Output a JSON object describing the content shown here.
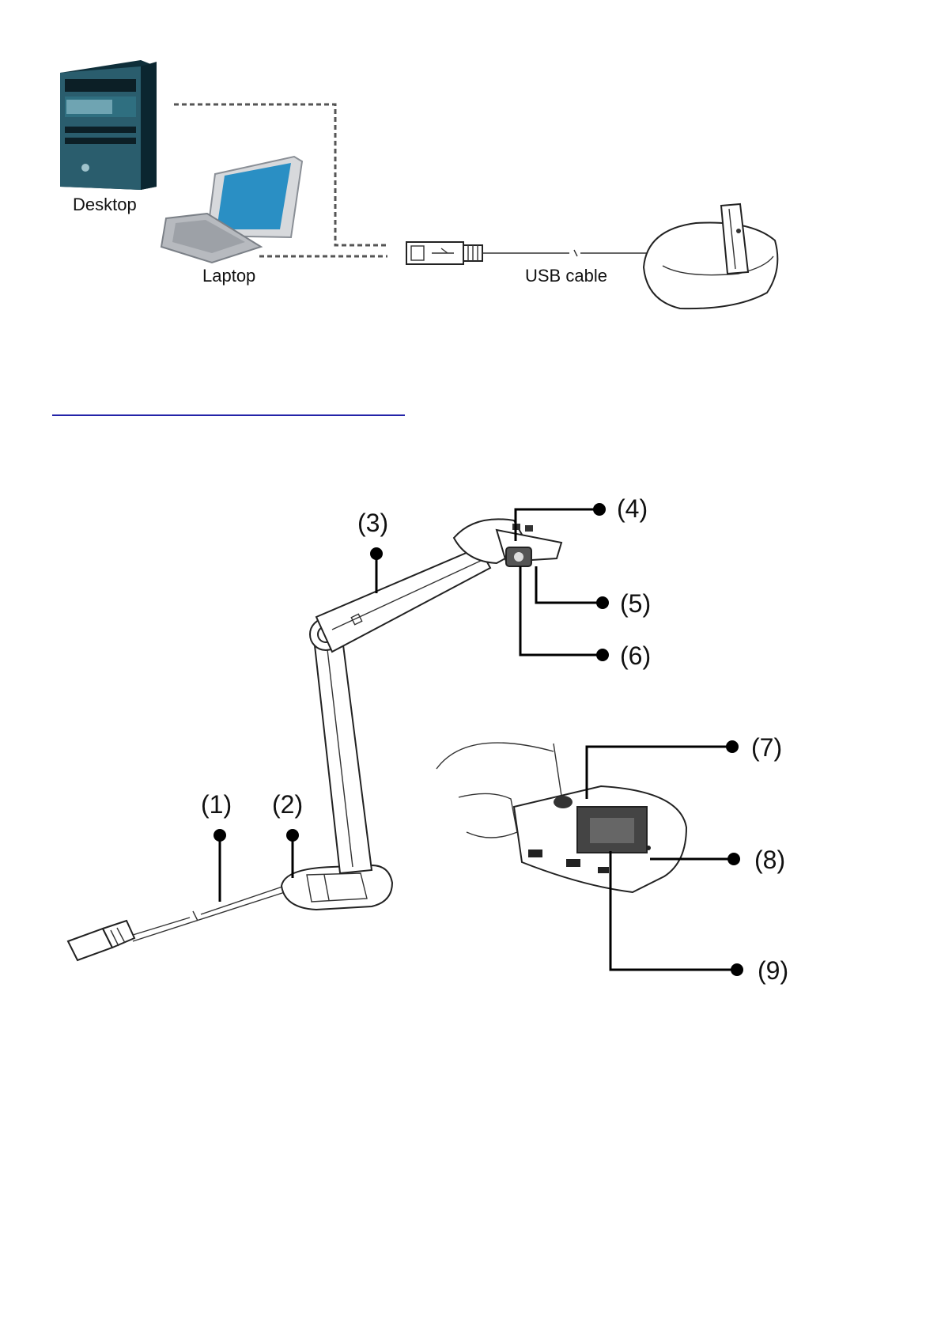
{
  "connection_diagram": {
    "desktop_label": "Desktop",
    "laptop_label": "Laptop",
    "cable_label": "USB cable"
  },
  "parts_diagram": {
    "callouts": [
      "(1)",
      "(2)",
      "(3)",
      "(4)",
      "(5)",
      "(6)",
      "(7)",
      "(8)",
      "(9)"
    ]
  },
  "colors": {
    "desktop_tower": "#1f4b5a",
    "laptop_screen": "#2a8fc4",
    "link_rule": "#2323a8"
  },
  "icons": [
    "desktop-computer-icon",
    "laptop-icon",
    "usb-plug-icon",
    "document-camera-icon"
  ]
}
